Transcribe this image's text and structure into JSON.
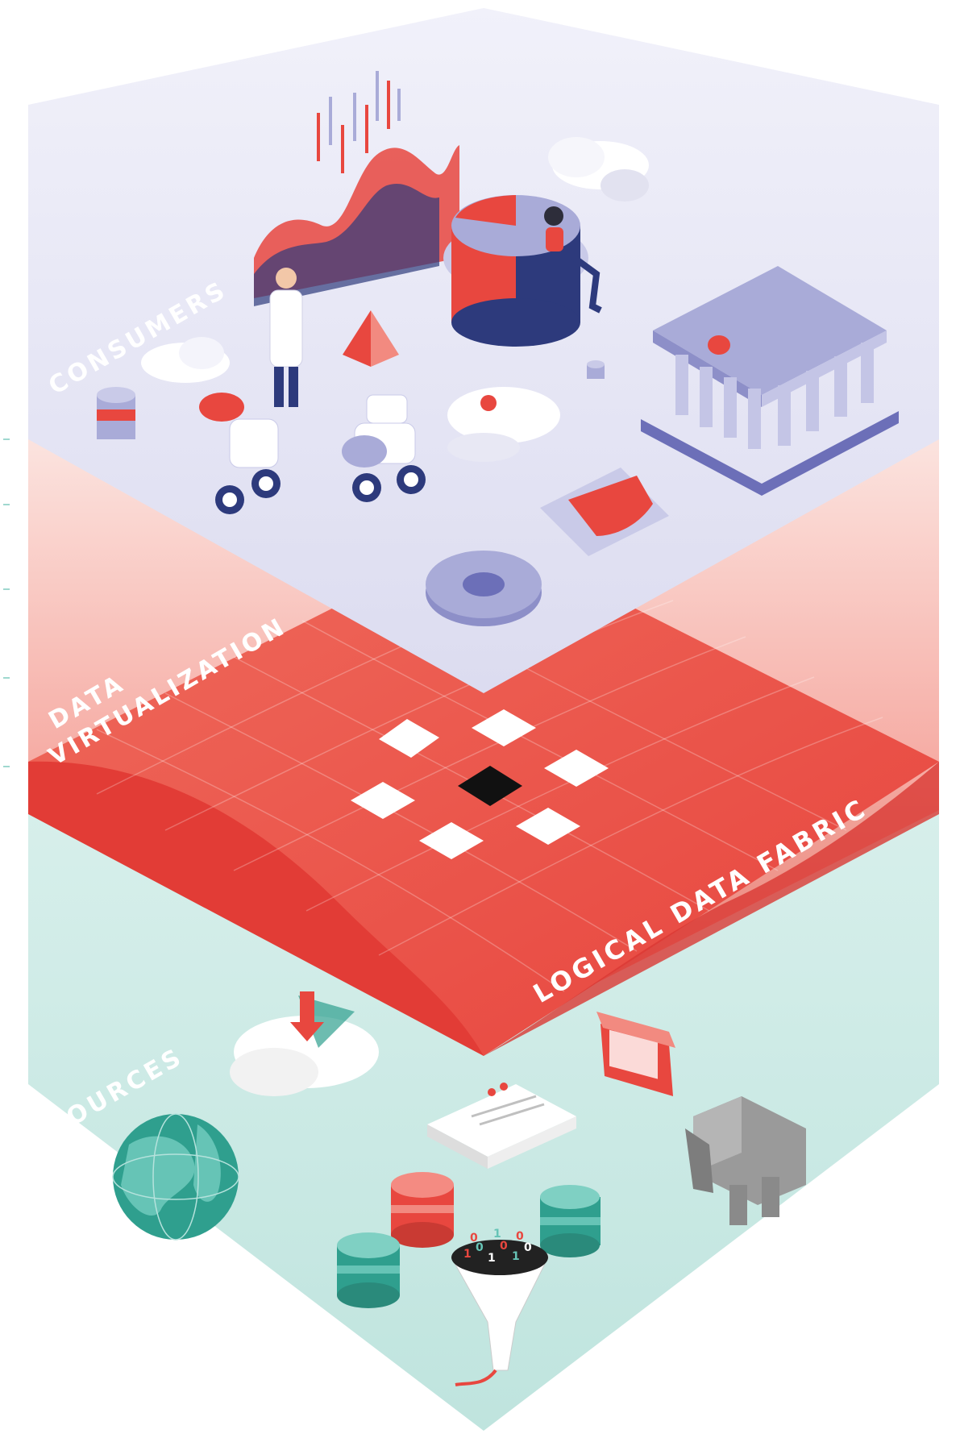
{
  "layers": {
    "consumers": {
      "label": "CONSUMERS",
      "color": "#e6e6f5"
    },
    "data_virtualization": {
      "label_line1": "DATA",
      "label_line2": "VIRTUALIZATION",
      "color": "#f4c0b8"
    },
    "logical_data_fabric": {
      "label": "LOGICAL DATA FABRIC",
      "color": "#ea4a45"
    },
    "sources": {
      "label": "SOURCES",
      "color": "#c6e7e2"
    }
  },
  "colors": {
    "accent_red": "#e8473f",
    "navy": "#2d3a7c",
    "lavender": "#a9abd8",
    "teal": "#2f9f8e",
    "light_teal": "#66c4b6",
    "grey": "#9a9a9a"
  },
  "icons": {
    "consumers": [
      "candlestick-chart-icon",
      "area-chart-icon",
      "pie-cylinder-icon",
      "cloud-icon",
      "bank-building-icon",
      "scientist-icon",
      "sitting-person-icon",
      "pyramid-icon",
      "robot-icon",
      "shield-icon",
      "gear-icon",
      "database-icon"
    ],
    "fabric": [
      "black-diamond-hub-icon",
      "white-tile-icon"
    ],
    "sources": [
      "globe-icon",
      "cloud-download-icon",
      "document-stack-icon",
      "folder-icon",
      "elephant-icon",
      "database-icon",
      "binary-funnel-icon"
    ]
  }
}
